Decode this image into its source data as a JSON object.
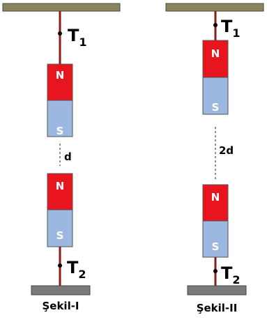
{
  "figure_1": {
    "caption": "Şekil-I",
    "top_tension": {
      "symbol": "T",
      "subscript": "1"
    },
    "bottom_tension": {
      "symbol": "T",
      "subscript": "2"
    },
    "distance_label": "d",
    "upper_magnet": {
      "top_pole": "N",
      "bottom_pole": "S"
    },
    "lower_magnet": {
      "top_pole": "N",
      "bottom_pole": "S"
    }
  },
  "figure_2": {
    "caption": "Şekil-II",
    "top_tension": {
      "symbol": "T",
      "subscript": "1"
    },
    "bottom_tension": {
      "symbol": "T",
      "subscript": "2"
    },
    "distance_label": "2d",
    "upper_magnet": {
      "top_pole": "N",
      "bottom_pole": "S"
    },
    "lower_magnet": {
      "top_pole": "N",
      "bottom_pole": "S"
    }
  },
  "colors": {
    "ceiling": "#8b8460",
    "floor": "#7a7a7a",
    "string": "#8b1a1a",
    "north_pole": "#e8141e",
    "south_pole": "#9db8e0"
  }
}
